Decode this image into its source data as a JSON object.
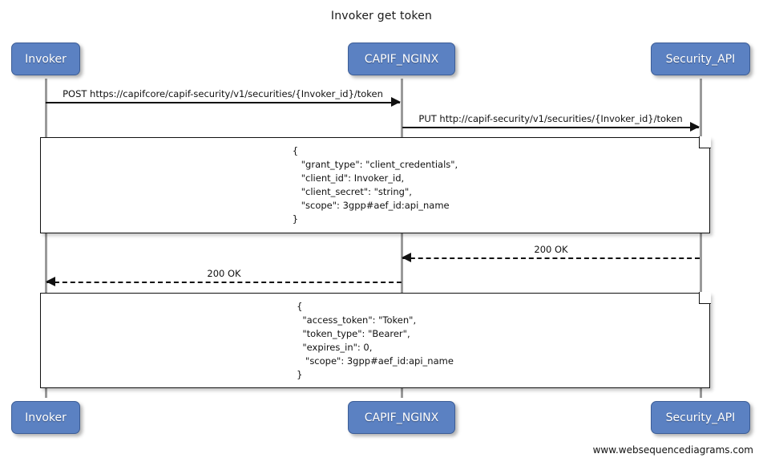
{
  "diagram": {
    "title": "Invoker get token",
    "type": "sequence-diagram",
    "footer": "www.websequencediagrams.com",
    "colors": {
      "participant_fill": "#5b81c2",
      "participant_border": "#3c5d96",
      "participant_text": "#ffffff",
      "line": "#111111",
      "lifeline": "#9a9a9a",
      "note_fill": "#ffffff",
      "background": "#ffffff"
    }
  },
  "participants": [
    {
      "id": "invoker",
      "label": "Invoker"
    },
    {
      "id": "capif_nginx",
      "label": "CAPIF_NGINX"
    },
    {
      "id": "security_api",
      "label": "Security_API"
    }
  ],
  "messages": [
    {
      "id": "m1",
      "label": "POST https://capifcore/capif-security/v1/securities/{Invoker_id}/token",
      "from": "invoker",
      "to": "capif_nginx",
      "direction": "right",
      "style": "solid"
    },
    {
      "id": "m2",
      "label": "PUT http://capif-security/v1/securities/{Invoker_id}/token",
      "from": "capif_nginx",
      "to": "security_api",
      "direction": "right",
      "style": "solid"
    },
    {
      "id": "m3",
      "label": "200 OK",
      "from": "security_api",
      "to": "capif_nginx",
      "direction": "left",
      "style": "dashed"
    },
    {
      "id": "m4",
      "label": "200 OK",
      "from": "capif_nginx",
      "to": "invoker",
      "direction": "left",
      "style": "dashed"
    }
  ],
  "notes": [
    {
      "id": "note-request-body",
      "lines": [
        "{",
        "   \"grant_type\": \"client_credentials\",",
        "   \"client_id\": Invoker_id,",
        "   \"client_secret\": \"string\",",
        "   \"scope\": 3gpp#aef_id:api_name",
        "}"
      ]
    },
    {
      "id": "note-response-body",
      "lines": [
        "{",
        "  \"access_token\": \"Token\",",
        "  \"token_type\": \"Bearer\",",
        "  \"expires_in\": 0,",
        "   \"scope\": 3gpp#aef_id:api_name",
        "}"
      ]
    }
  ]
}
